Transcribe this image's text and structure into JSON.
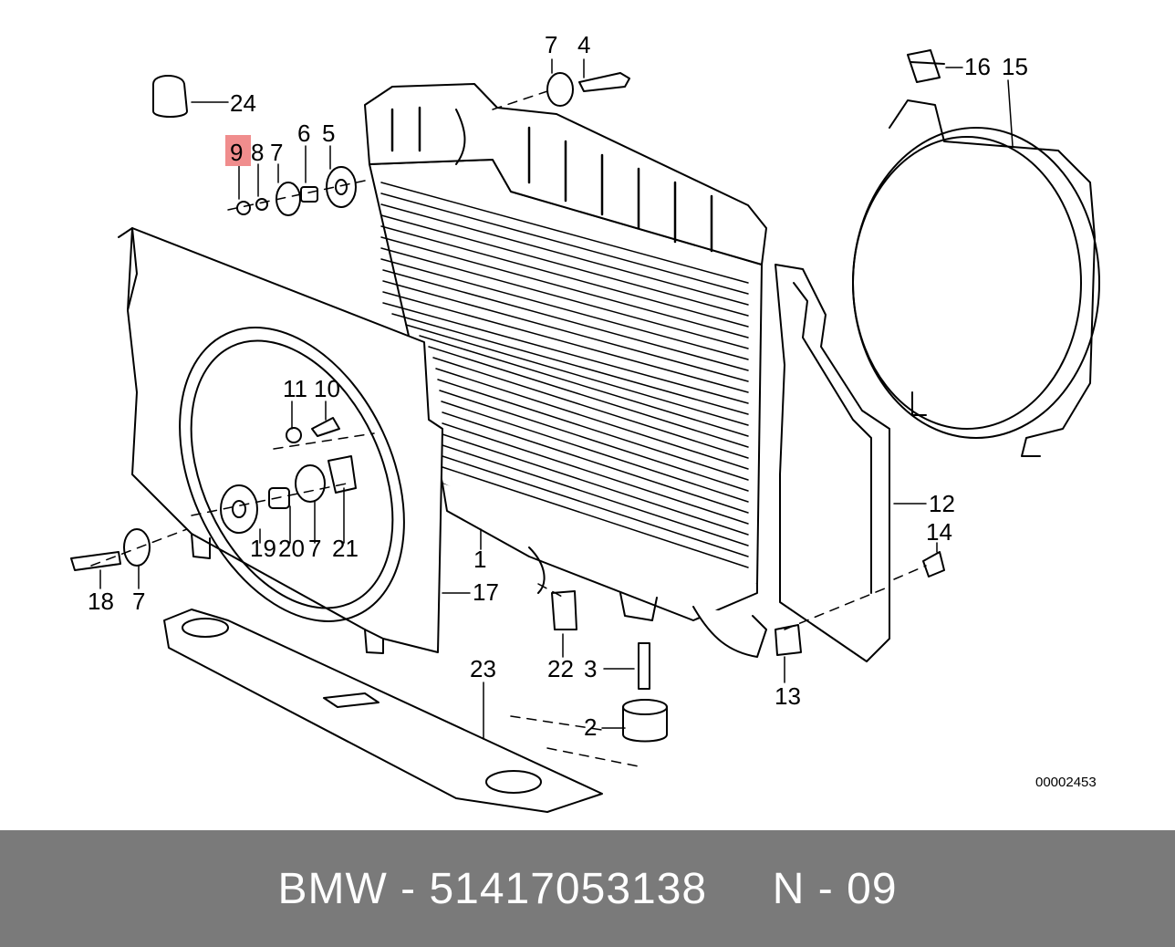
{
  "diagram": {
    "highlight_color": "#f08d8d",
    "highlighted_part": "9",
    "reference_code": "00002453",
    "callouts": [
      "1",
      "2",
      "3",
      "4",
      "5",
      "6",
      "7",
      "7",
      "7",
      "7",
      "8",
      "9",
      "10",
      "11",
      "12",
      "13",
      "14",
      "15",
      "16",
      "17",
      "18",
      "19",
      "20",
      "21",
      "22",
      "23",
      "24"
    ]
  },
  "footer": {
    "brand": "BMW",
    "separator": "-",
    "part_number": "51417053138",
    "position_label": "N - 09",
    "background": "#7a7a7a",
    "text_color": "#ffffff"
  }
}
